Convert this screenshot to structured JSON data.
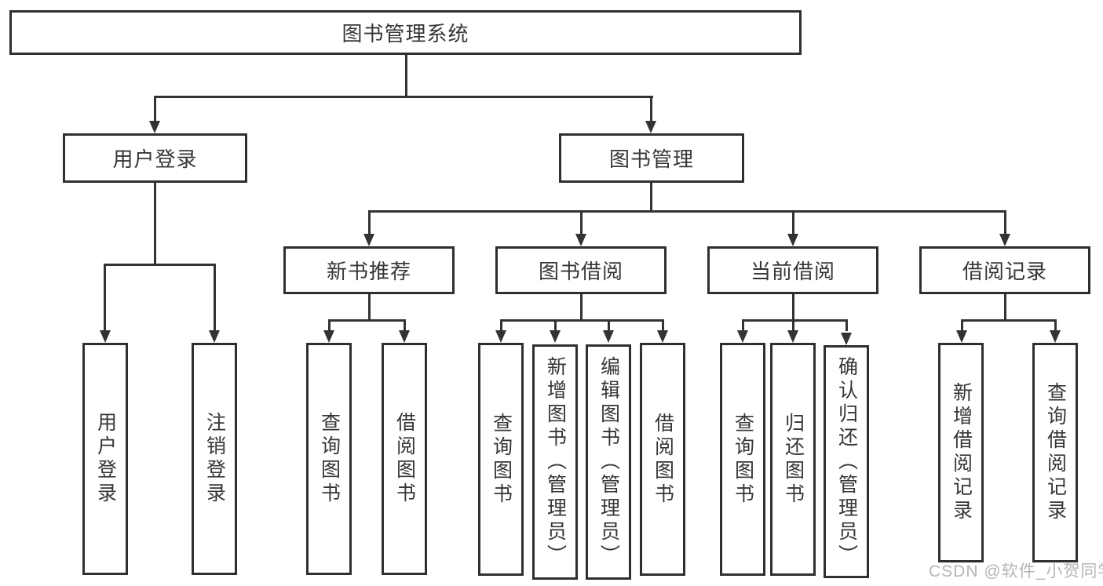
{
  "diagram": {
    "root": {
      "label": "图书管理系统"
    },
    "branches": [
      {
        "label": "用户登录",
        "children": [
          {
            "label": "用户登录"
          },
          {
            "label": "注销登录"
          }
        ]
      },
      {
        "label": "图书管理",
        "children": [
          {
            "label": "新书推荐",
            "children": [
              {
                "label": "查询图书"
              },
              {
                "label": "借阅图书"
              }
            ]
          },
          {
            "label": "图书借阅",
            "children": [
              {
                "label": "查询图书"
              },
              {
                "label": "新增图书（管理员）"
              },
              {
                "label": "编辑图书（管理员）"
              },
              {
                "label": "借阅图书"
              }
            ]
          },
          {
            "label": "当前借阅",
            "children": [
              {
                "label": "查询图书"
              },
              {
                "label": "归还图书"
              },
              {
                "label": "确认归还（管理员）"
              }
            ]
          },
          {
            "label": "借阅记录",
            "children": [
              {
                "label": "新增借阅记录"
              },
              {
                "label": "查询借阅记录"
              }
            ]
          }
        ]
      }
    ]
  },
  "watermark": "CSDN @软件_小贺同学",
  "colors": {
    "line": "#333336",
    "box_border": "#2f2f31",
    "text": "#36363a",
    "watermark": "#b5b6bb",
    "background": "#ffffff"
  }
}
